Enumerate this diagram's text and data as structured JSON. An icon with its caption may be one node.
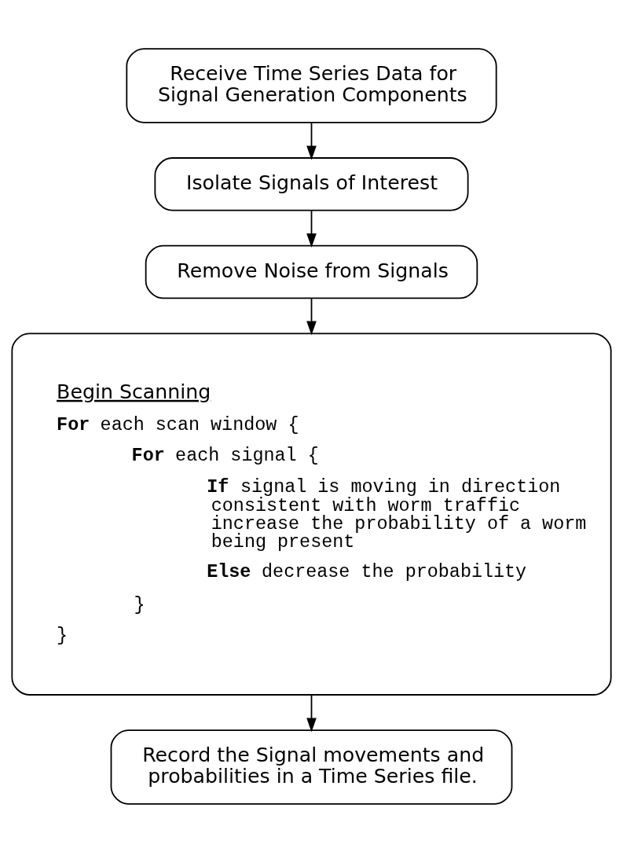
{
  "diagram": {
    "nodes": [
      {
        "text": [
          "Receive Time Series Data for Signal Generation Components"
        ]
      },
      {
        "text": [
          "Isolate Signals of Interest"
        ]
      },
      {
        "text": [
          "Remove Noise from Signals"
        ]
      },
      {
        "text": [
          "Begin Scanning",
          "**For** each scan window {",
          "**For** each signal {",
          "**If** signal is moving in direction consistent with worm traffic increase the probability of a worm being present",
          "**Else** decrease the probability",
          "}",
          "}"
        ]
      },
      {
        "text": [
          "Record the Signal movements and probabilities in a Time Series file."
        ]
      }
    ],
    "edges": [
      {
        "from": 0,
        "to": 1,
        "arrow": "to"
      },
      {
        "from": 1,
        "to": 2,
        "arrow": "to"
      },
      {
        "from": 2,
        "to": 3,
        "arrow": "to"
      },
      {
        "from": 3,
        "to": 4,
        "arrow": "to"
      }
    ]
  }
}
